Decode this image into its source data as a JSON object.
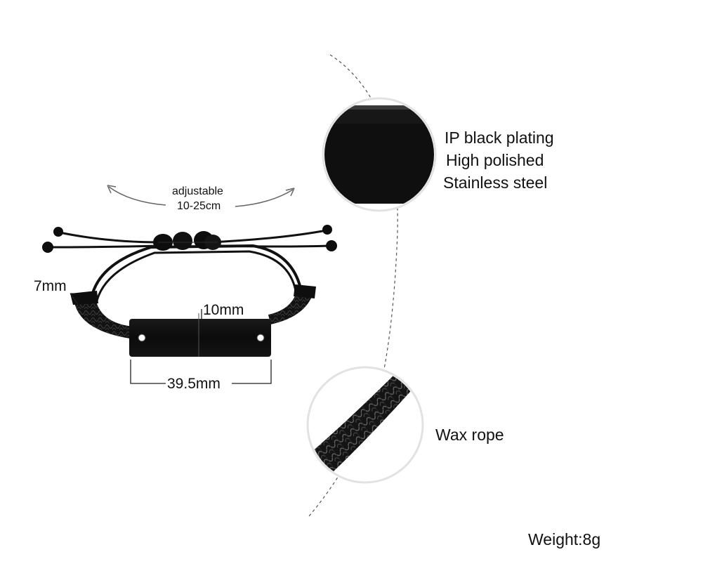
{
  "adjustable": {
    "line1": "adjustable",
    "line2": "10-25cm"
  },
  "dimensions": {
    "rope_width": "7mm",
    "plate_height": "10mm",
    "plate_length": "39.5mm"
  },
  "features": {
    "plate": [
      "IP black plating",
      "High polished",
      "Stainless steel"
    ],
    "rope": "Wax rope"
  },
  "weight": "Weight:8g",
  "colors": {
    "background": "#ffffff",
    "text": "#111111",
    "product": "#0d0d0d",
    "circle_border": "#e2e2e2"
  },
  "icons": [
    "bracelet-image",
    "plate-closeup-image",
    "rope-closeup-image",
    "curved-arrow-left-icon",
    "curved-arrow-right-icon"
  ]
}
